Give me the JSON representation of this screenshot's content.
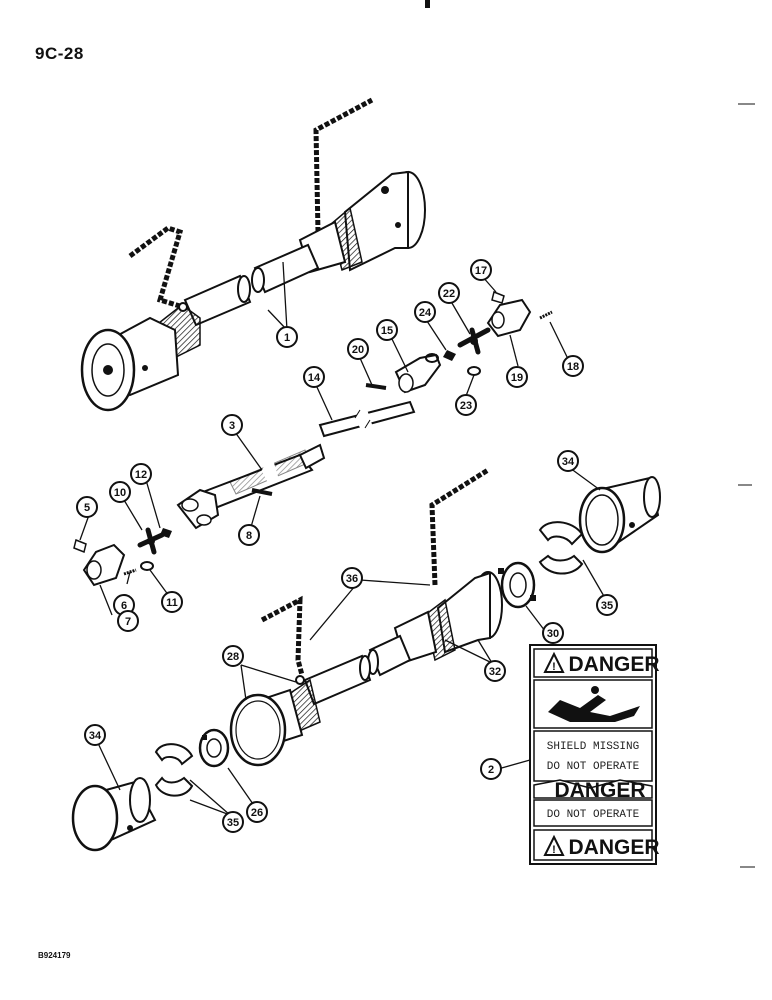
{
  "page_number": "9C-28",
  "figure_code": "B924179",
  "callouts": [
    "1",
    "2",
    "3",
    "5",
    "6",
    "7",
    "8",
    "10",
    "11",
    "12",
    "14",
    "15",
    "17",
    "18",
    "19",
    "20",
    "22",
    "23",
    "24",
    "26",
    "28",
    "30",
    "32",
    "34",
    "35",
    "36"
  ],
  "decal": {
    "title_top": "DANGER",
    "line1": "SHIELD MISSING",
    "line2": "DO NOT OPERATE",
    "overlap_fragment": "DANGER",
    "line2_lower": "DO NOT OPERATE",
    "title_bottom": "DANGER"
  },
  "colors": {
    "ink": "#111111",
    "paper": "#ffffff",
    "shade": "#9a9a9a"
  }
}
